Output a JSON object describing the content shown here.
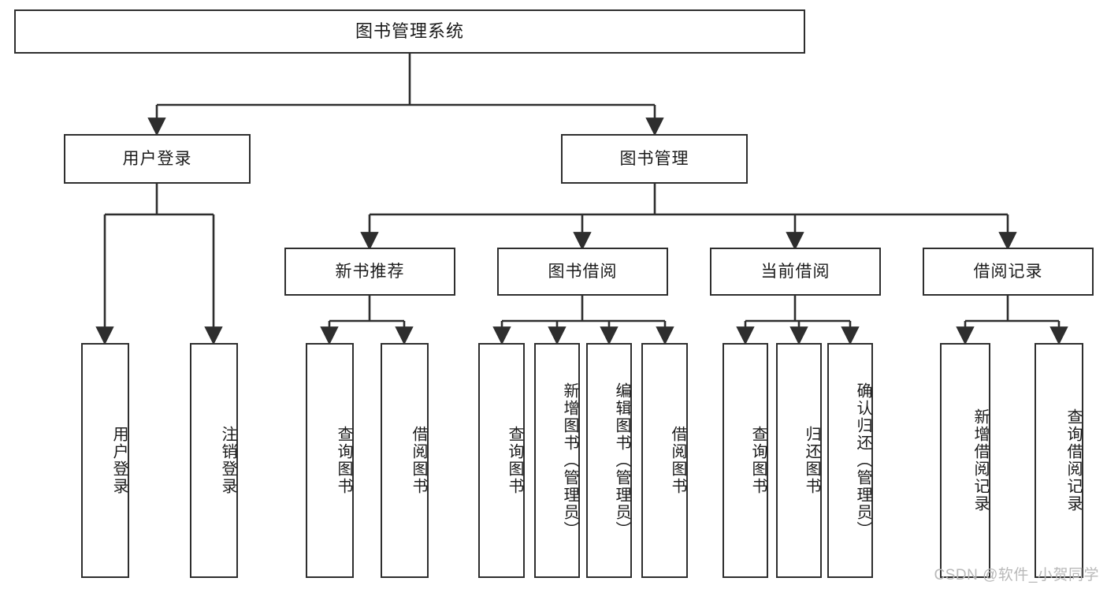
{
  "diagram": {
    "type": "tree-hierarchy-chart",
    "title": "图书管理系统",
    "colors": {
      "box_border": "#2e2e2e",
      "box_fill": "#ffffff",
      "connector": "#2e2e2e",
      "text": "#1b1b1b",
      "watermark": "#b9b9b9",
      "background": "#ffffff"
    },
    "root": {
      "label": "图书管理系统"
    },
    "level2": [
      {
        "label": "用户登录"
      },
      {
        "label": "图书管理"
      }
    ],
    "level3": [
      {
        "label": "新书推荐"
      },
      {
        "label": "图书借阅"
      },
      {
        "label": "当前借阅"
      },
      {
        "label": "借阅记录"
      }
    ],
    "leaves": {
      "user_login": [
        {
          "label": "用户登录"
        },
        {
          "label": "注销登录"
        }
      ],
      "new_book_recommend": [
        {
          "label": "查询图书"
        },
        {
          "label": "借阅图书"
        }
      ],
      "book_borrow": [
        {
          "label": "查询图书"
        },
        {
          "label": "新增图书（管理员）"
        },
        {
          "label": "编辑图书（管理员）"
        },
        {
          "label": "借阅图书"
        }
      ],
      "current_borrow": [
        {
          "label": "查询图书"
        },
        {
          "label": "归还图书"
        },
        {
          "label": "确认归还（管理员）"
        }
      ],
      "borrow_record": [
        {
          "label": "新增借阅记录"
        },
        {
          "label": "查询借阅记录"
        }
      ]
    }
  },
  "watermark": {
    "text": "CSDN @软件_小贺同学"
  }
}
